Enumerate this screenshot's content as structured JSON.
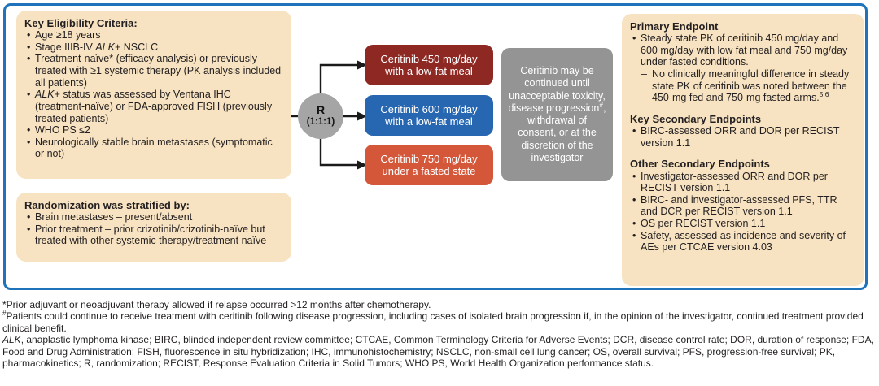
{
  "colors": {
    "frame_border": "#1e73ba",
    "panel_background": "#f7e3c1",
    "arm_450": "#8e2823",
    "arm_600": "#2767b1",
    "arm_750": "#d4573a",
    "continuation_background": "#949494",
    "randomization_node": "#a5a5a5",
    "arrow": "#1a1a1a",
    "text": "#231f20"
  },
  "eligibility": {
    "title": "Key Eligibility Criteria:",
    "bullets": [
      "Age ≥18 years",
      "Stage IIIB-IV <i>ALK</i>+ NSCLC",
      "Treatment-naïve* (efficacy analysis) or previously treated with ≥1 systemic therapy (PK analysis included all patients)",
      "<i>ALK</i>+ status was assessed by Ventana IHC (treatment-naïve) or FDA-approved FISH (previously treated patients)",
      "WHO PS ≤2",
      "Neurologically stable brain metastases (symptomatic or not)"
    ]
  },
  "stratification": {
    "title": "Randomization was stratified by:",
    "bullets": [
      "Brain metastases – present/absent",
      "Prior treatment – prior crizotinib/crizotinib-naïve but treated with other systemic therapy/treatment naïve"
    ]
  },
  "randomization": {
    "symbol": "R",
    "ratio": "(1:1:1)"
  },
  "arms": [
    {
      "label": "Ceritinib 450 mg/day with a low-fat meal",
      "color": "#8e2823"
    },
    {
      "label": "Ceritinib 600 mg/day with a low-fat meal",
      "color": "#2767b1"
    },
    {
      "label": "Ceritinib 750 mg/day under a fasted state",
      "color": "#d4573a"
    }
  ],
  "continuation": {
    "text": "Ceritinib may be continued until unacceptable toxicity, disease progression<sup>#</sup>, withdrawal of consent, or at the discretion of the investigator"
  },
  "endpoints": {
    "primary": {
      "title": "Primary Endpoint",
      "bullet": "Steady state PK of ceritinib 450 mg/day and 600 mg/day with low fat meal and 750 mg/day under fasted conditions.",
      "subbullet": "No clinically meaningful difference in steady state PK of ceritinib was noted between the 450-mg fed and 750-mg fasted arms.<sup>5,6</sup>"
    },
    "key_secondary": {
      "title": "Key Secondary Endpoints",
      "bullets": [
        "BIRC-assessed ORR and DOR per RECIST version 1.1"
      ]
    },
    "other_secondary": {
      "title": "Other Secondary Endpoints",
      "bullets": [
        "Investigator-assessed ORR and DOR per RECIST version 1.1",
        "BIRC- and investigator-assessed PFS, TTR and DCR per RECIST version 1.1",
        "OS per RECIST version 1.1",
        "Safety, assessed as incidence and severity of AEs per CTCAE version 4.03"
      ]
    }
  },
  "footnotes": [
    "*Prior adjuvant or neoadjuvant therapy allowed if relapse occurred >12 months after chemotherapy.",
    "<sup>#</sup>Patients could continue to receive treatment with ceritinib following disease progression, including cases of isolated brain progression if, in the opinion of the investigator, continued treatment provided clinical benefit.",
    "<i>ALK</i>, anaplastic lymphoma kinase; BIRC, blinded independent review committee; CTCAE, Common Terminology Criteria for Adverse Events; DCR, disease control rate; DOR, duration of response; FDA, Food and Drug Administration; FISH, fluorescence in situ hybridization; IHC, immunohistochemistry; NSCLC, non-small cell lung cancer; OS, overall survival; PFS, progression-free survival; PK, pharmacokinetics; R, randomization; RECIST, Response Evaluation Criteria in Solid Tumors; WHO PS, World Health Organization performance status."
  ]
}
